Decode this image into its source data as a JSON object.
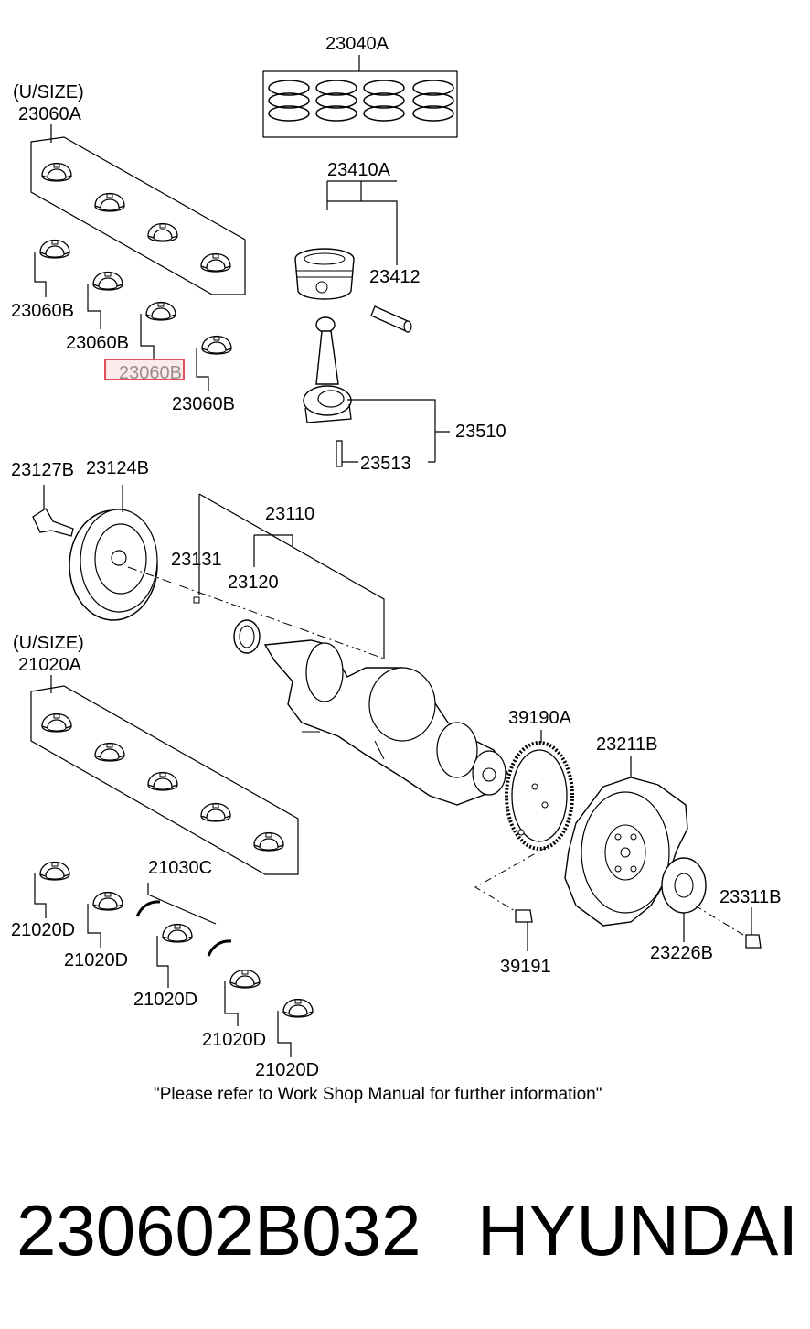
{
  "labels": {
    "ring_set": "23040A",
    "upper_bearing_size": "(U/SIZE)",
    "upper_bearing_set": "23060A",
    "piston_assembly": "23410A",
    "piston_pin": "23412",
    "upper_bearing_a": "23060B",
    "upper_bearing_b": "23060B",
    "upper_bearing_selected": "23060B",
    "upper_bearing_c": "23060B",
    "connecting_rod": "23510",
    "rod_bolt": "23513",
    "pulley_bolt": "23127B",
    "damper_pulley": "23124B",
    "crankshaft": "23110",
    "key": "23131",
    "sprocket": "23120",
    "lower_bearing_size": "(U/SIZE)",
    "lower_bearing_set": "21020A",
    "ring_gear": "39190A",
    "flywheel": "23211B",
    "thrust_washer": "21030C",
    "flywheel_bolt": "23311B",
    "plate": "23226B",
    "ring_gear_bolt": "39191",
    "main_bearing_a": "21020D",
    "main_bearing_b": "21020D",
    "main_bearing_c": "21020D",
    "main_bearing_d": "21020D",
    "main_bearing_e": "21020D"
  },
  "note": "\"Please refer to Work Shop Manual for further information\"",
  "footer": {
    "part_number": "230602B032",
    "brand": "HYUNDAI"
  },
  "highlight_color": "#e0505a"
}
